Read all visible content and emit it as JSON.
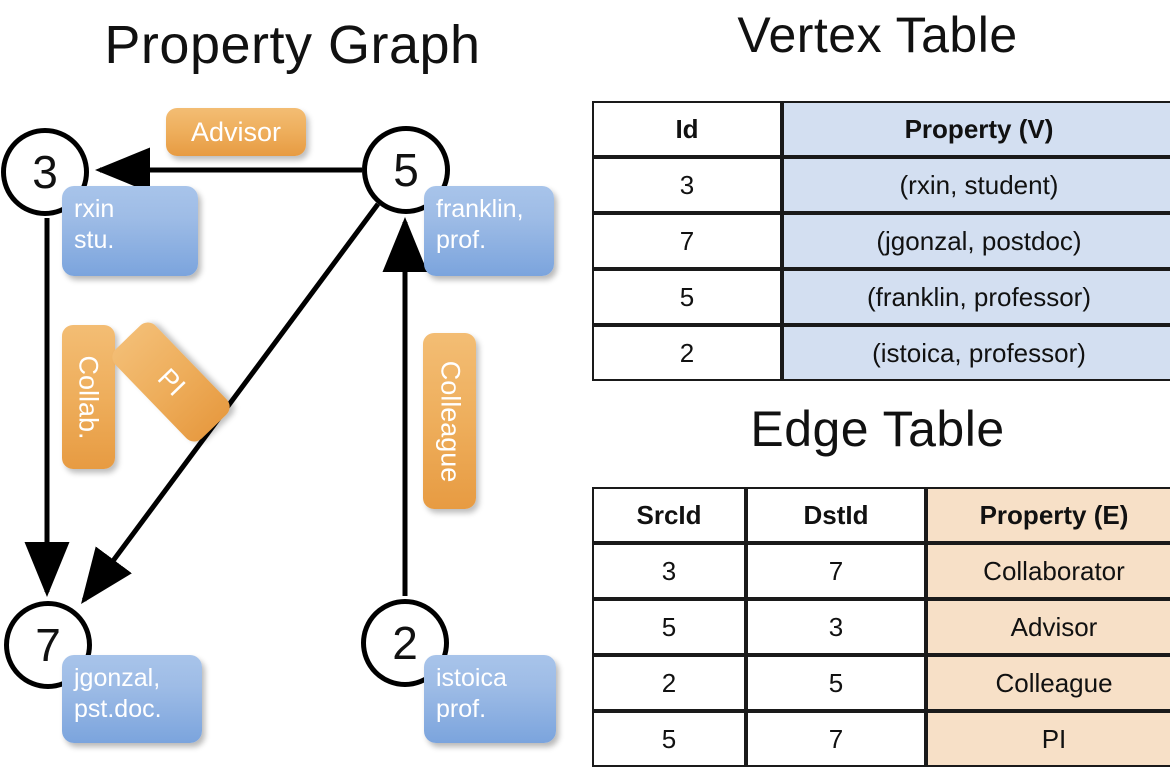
{
  "titles": {
    "property_graph": "Property Graph",
    "vertex_table": "Vertex Table",
    "edge_table": "Edge Table"
  },
  "graph": {
    "nodes": [
      {
        "id": "3",
        "property": "rxin\nstu.",
        "prop_line1": "rxin",
        "prop_line2": "stu."
      },
      {
        "id": "5",
        "property": "franklin, prof.",
        "prop_line1": "franklin,",
        "prop_line2": "prof."
      },
      {
        "id": "7",
        "property": "jgonzal, pst.doc.",
        "prop_line1": "jgonzal,",
        "prop_line2": "pst.doc."
      },
      {
        "id": "2",
        "property": "istoica prof.",
        "prop_line1": "istoica",
        "prop_line2": "prof."
      }
    ],
    "edge_labels": {
      "advisor": "Advisor",
      "collab": "Collab.",
      "pi": "PI",
      "colleague": "Colleague"
    }
  },
  "vertex_table": {
    "headers": [
      "Id",
      "Property (V)"
    ],
    "rows": [
      {
        "id": "3",
        "property": "(rxin, student)"
      },
      {
        "id": "7",
        "property": "(jgonzal, postdoc)"
      },
      {
        "id": "5",
        "property": "(franklin, professor)"
      },
      {
        "id": "2",
        "property": "(istoica, professor)"
      }
    ]
  },
  "edge_table": {
    "headers": [
      "SrcId",
      "DstId",
      "Property (E)"
    ],
    "rows": [
      {
        "src": "3",
        "dst": "7",
        "property": "Collaborator"
      },
      {
        "src": "5",
        "dst": "3",
        "property": "Advisor"
      },
      {
        "src": "2",
        "dst": "5",
        "property": "Colleague"
      },
      {
        "src": "5",
        "dst": "7",
        "property": "PI"
      }
    ]
  },
  "colors": {
    "vertex_cell": "#d3dff1",
    "edge_cell": "#f7e0c7",
    "node_box_blue": "#7ba4dd",
    "edge_label_orange": "#eeae5c",
    "stroke": "#000000"
  }
}
